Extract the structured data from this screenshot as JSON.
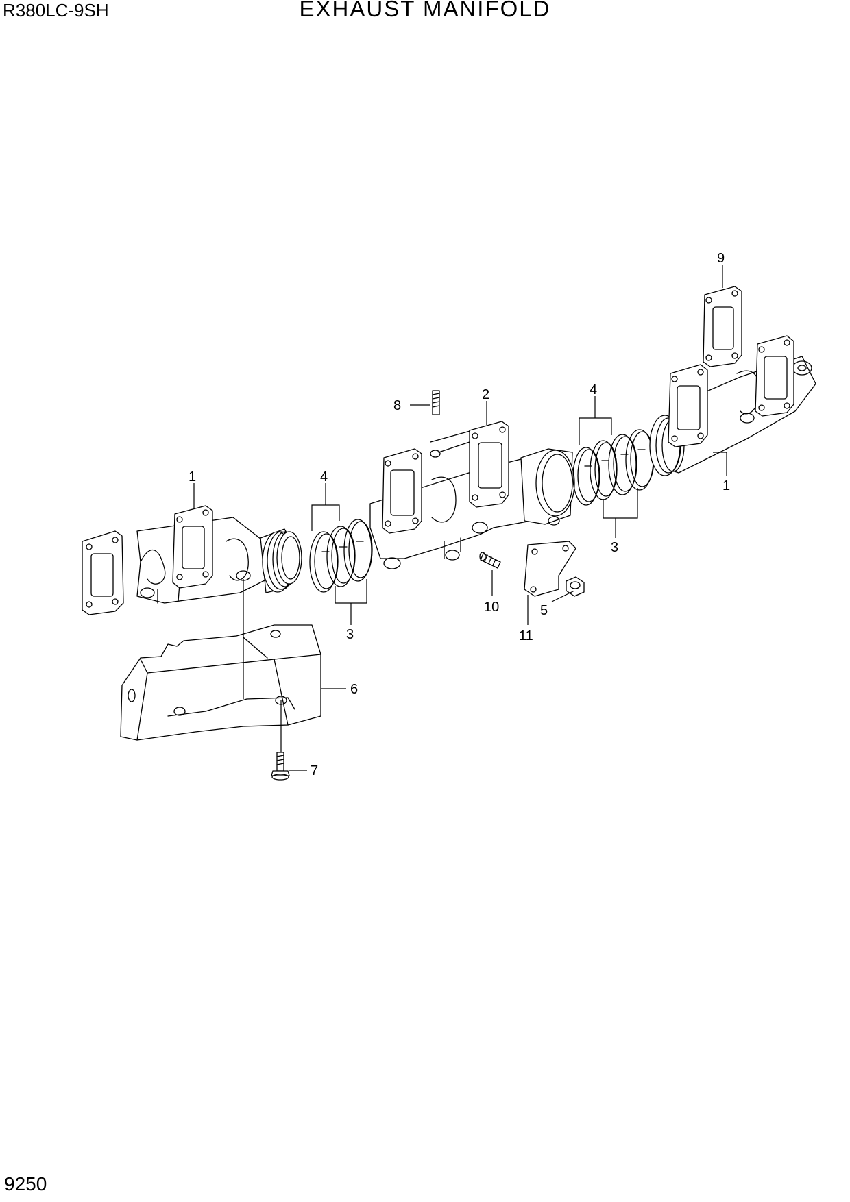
{
  "header": {
    "model": "R380LC-9SH",
    "title": "EXHAUST MANIFOLD"
  },
  "footer": {
    "page_number": "9250"
  },
  "callouts": {
    "c1_left": "1",
    "c1_right": "1",
    "c2": "2",
    "c3_left": "3",
    "c3_right": "3",
    "c4_left": "4",
    "c4_right": "4",
    "c5": "5",
    "c6": "6",
    "c7": "7",
    "c8": "8",
    "c9": "9",
    "c10": "10",
    "c11": "11"
  }
}
